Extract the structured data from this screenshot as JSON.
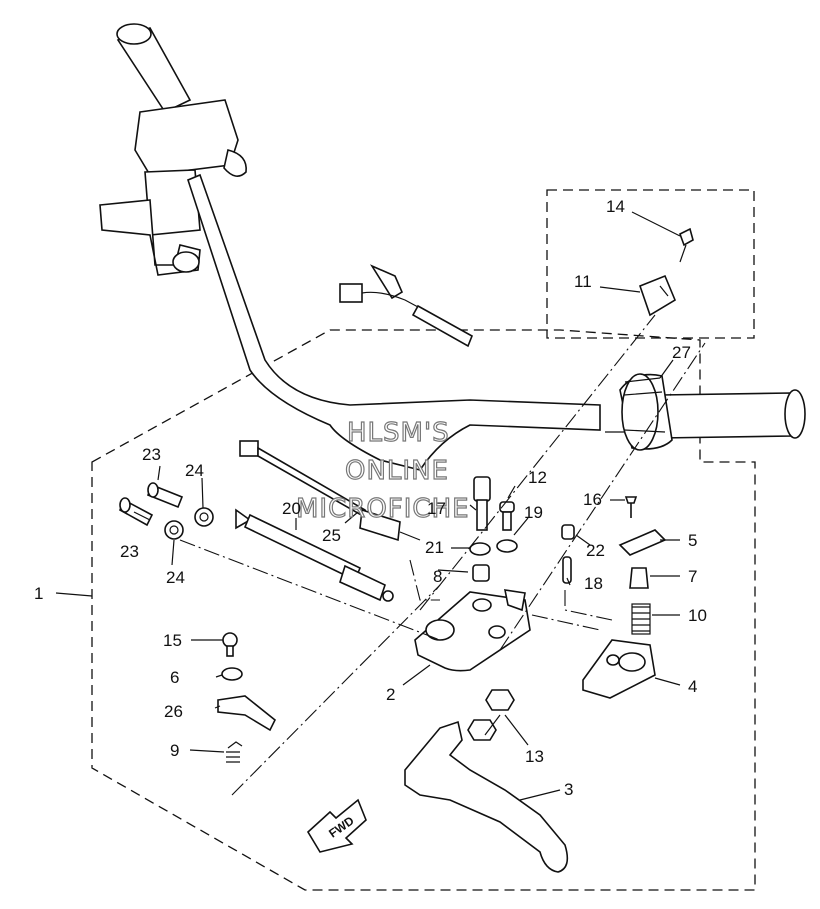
{
  "diagram": {
    "watermark": [
      "HLSM'S",
      "ONLINE",
      "MICROFICHE"
    ],
    "fwd_label": "FWD",
    "callouts": [
      {
        "id": "c1",
        "text": "1"
      },
      {
        "id": "c2",
        "text": "2"
      },
      {
        "id": "c3",
        "text": "3"
      },
      {
        "id": "c4",
        "text": "4"
      },
      {
        "id": "c5",
        "text": "5"
      },
      {
        "id": "c6",
        "text": "6"
      },
      {
        "id": "c7",
        "text": "7"
      },
      {
        "id": "c8",
        "text": "8"
      },
      {
        "id": "c9",
        "text": "9"
      },
      {
        "id": "c10",
        "text": "10"
      },
      {
        "id": "c11",
        "text": "11"
      },
      {
        "id": "c12",
        "text": "12"
      },
      {
        "id": "c13",
        "text": "13"
      },
      {
        "id": "c14",
        "text": "14"
      },
      {
        "id": "c15",
        "text": "15"
      },
      {
        "id": "c16",
        "text": "16"
      },
      {
        "id": "c17",
        "text": "17"
      },
      {
        "id": "c18",
        "text": "18"
      },
      {
        "id": "c19",
        "text": "19"
      },
      {
        "id": "c20",
        "text": "20"
      },
      {
        "id": "c21",
        "text": "21"
      },
      {
        "id": "c22",
        "text": "22"
      },
      {
        "id": "c23a",
        "text": "23"
      },
      {
        "id": "c23b",
        "text": "23"
      },
      {
        "id": "c24a",
        "text": "24"
      },
      {
        "id": "c24b",
        "text": "24"
      },
      {
        "id": "c25",
        "text": "25"
      },
      {
        "id": "c26",
        "text": "26"
      },
      {
        "id": "c27",
        "text": "27"
      }
    ]
  }
}
